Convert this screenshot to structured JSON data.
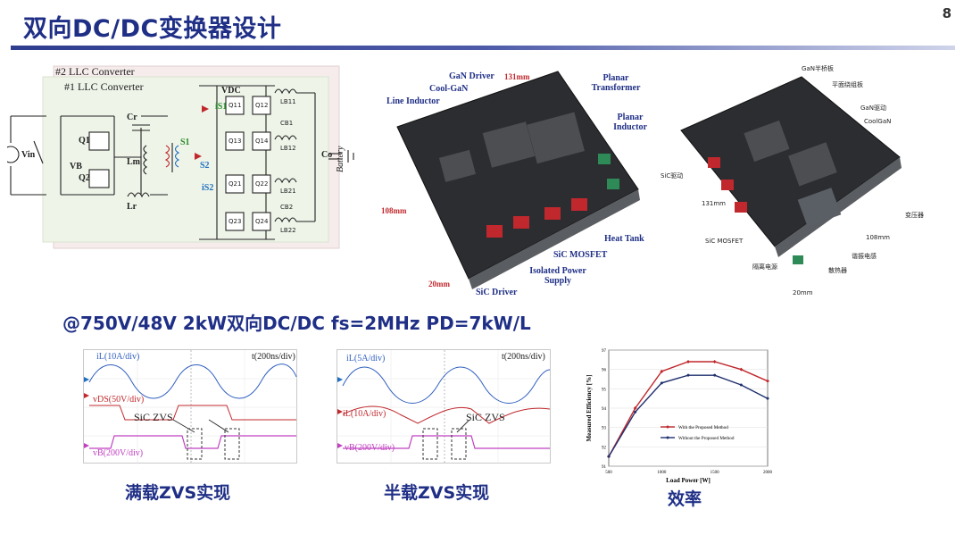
{
  "header": {
    "title": "双向DC/DC变换器设计",
    "page_number": "8"
  },
  "circuit": {
    "converter2_label": "#2 LLC Converter",
    "converter1_label": "#1 LLC Converter",
    "vin_label": "Vin",
    "vb_label": "VB",
    "vdc_label": "VDC",
    "cr_label": "Cr",
    "lm_label": "Lm",
    "lr_label": "Lr",
    "s1_label": "S1",
    "s2_label": "S2",
    "q11": "Q11",
    "q12": "Q12",
    "q13": "Q13",
    "q14": "Q14",
    "q21": "Q21",
    "q22": "Q22",
    "q23": "Q23",
    "q24": "Q24",
    "q1": "Q1",
    "q2": "Q2",
    "lb11": "LB11",
    "lb12": "LB12",
    "lb21": "LB21",
    "lb22": "LB22",
    "cb1": "CB1",
    "cb2": "CB2",
    "cout_label": "Co",
    "battery_label": "Battery",
    "i1_label": "iS1",
    "i2_label": "iS2"
  },
  "board_photo_left": {
    "labels": [
      "GaN Driver",
      "131mm",
      "Cool-GaN",
      "Line Inductor",
      "Planar Transformer",
      "Planar Inductor",
      "108mm",
      "Heat Tank",
      "SiC MOSFET",
      "Isolated Power Supply",
      "SiC Driver",
      "20mm"
    ]
  },
  "board_photo_right": {
    "labels": [
      "GaN半桥板",
      "平面绕组板",
      "GaN驱动",
      "CoolGaN",
      "SiC驱动",
      "SiC MOSFET",
      "隔离电源",
      "散热器",
      "谐振电感",
      "变压器",
      "131mm",
      "108mm",
      "20mm"
    ]
  },
  "spec_line": "@750V/48V 2kW双向DC/DC fs=2MHz PD=7kW/L",
  "scope_full": {
    "ch1": "iL(10A/div)",
    "ch2": "vDS(50V/div)",
    "ch3": "vB(200V/div)",
    "time": "t(200ns/div)",
    "annotation": "SiC ZVS"
  },
  "scope_half": {
    "ch1": "iL(5A/div)",
    "ch2": "iL(10A/div)",
    "ch3": "vB(200V/div)",
    "time": "t(200ns/div)",
    "annotation": "SiC ZVS"
  },
  "captions": {
    "full_load": "满载ZVS实现",
    "half_load": "半载ZVS实现",
    "efficiency": "效率"
  },
  "chart_data": {
    "type": "line",
    "title": "",
    "xlabel": "Load Power [W]",
    "ylabel": "Measured Efficiency [%]",
    "xlim": [
      500,
      2000
    ],
    "ylim": [
      91,
      97
    ],
    "xticks": [
      "500",
      "1000",
      "1500",
      "2000"
    ],
    "yticks": [
      "91",
      "92",
      "93",
      "94",
      "95",
      "96",
      "97"
    ],
    "grid": true,
    "legend_position": "lower-right",
    "series": [
      {
        "name": "With the Proposed Method",
        "color": "#c0282d",
        "marker": "diamond",
        "x": [
          500,
          750,
          1000,
          1250,
          1500,
          1750,
          2000
        ],
        "y": [
          91.5,
          94.0,
          95.9,
          96.4,
          96.4,
          96.0,
          95.4
        ]
      },
      {
        "name": "Without the Proposed Method",
        "color": "#1f2f6e",
        "marker": "circle",
        "x": [
          500,
          750,
          1000,
          1250,
          1500,
          1750,
          2000
        ],
        "y": [
          91.5,
          93.8,
          95.3,
          95.7,
          95.7,
          95.2,
          94.5
        ]
      }
    ]
  }
}
